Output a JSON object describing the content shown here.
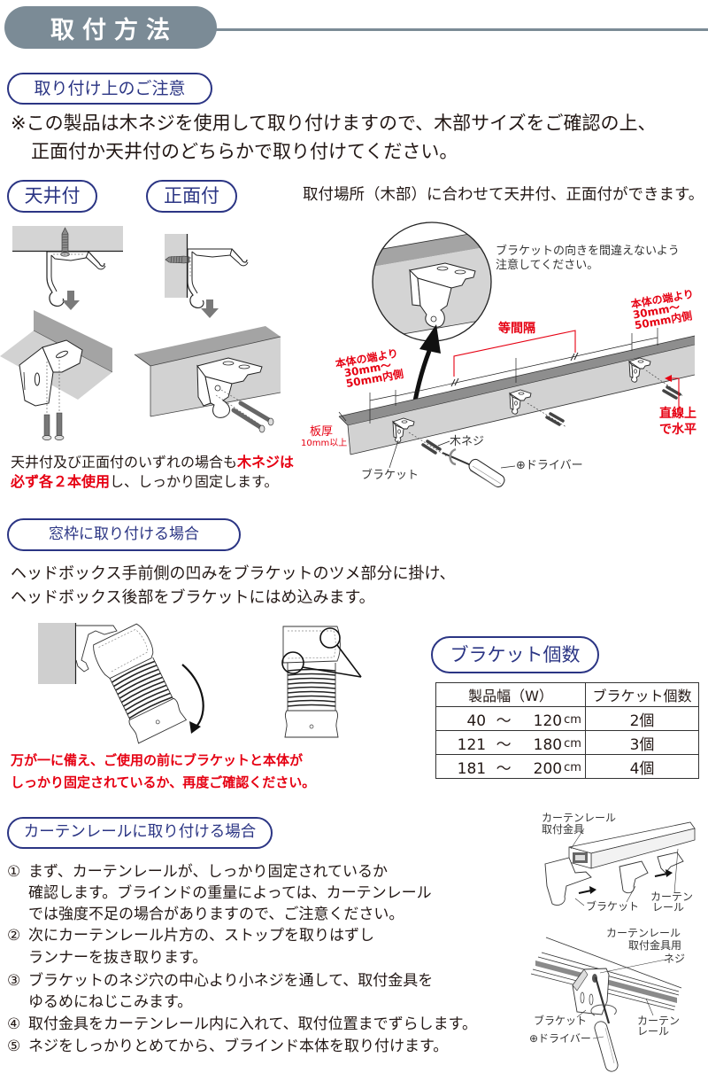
{
  "header": {
    "title": "取付方法"
  },
  "caution": {
    "title": "取り付け上のご注意",
    "line1": "※この製品は木ネジを使用して取り付けますので、木部サイズをご確認の上、",
    "line2": "正面付か天井付のどちらかで取り付けてください。"
  },
  "mount": {
    "ceiling_label": "天井付",
    "front_label": "正面付",
    "description": "取付場所（木部）に合わせて天井付、正面付ができます。",
    "note": {
      "line1_normal": "天井付及び正面付のいずれの場合も",
      "line1_red": "木ネジは",
      "line2_red": "必ず各２本使用",
      "line2_normal": "し、しっかり固定します。"
    }
  },
  "install_diagram": {
    "orientation_note_1": "ブラケットの向きを間違えないよう",
    "orientation_note_2": "注意してください。",
    "equal_spacing": "等間隔",
    "end_offset_left": {
      "l1": "本体の端より",
      "l2": "30mm～",
      "l3": "50mm内側"
    },
    "end_offset_right": {
      "l1": "本体の端より",
      "l2": "30mm～",
      "l3": "50mm内側"
    },
    "thickness_1": "板厚",
    "thickness_2": "10mm以上",
    "wood_screw": "木ネジ",
    "driver": "⊕ドライバー",
    "bracket": "ブラケット",
    "level_1": "直線上",
    "level_2": "で水平"
  },
  "window_frame": {
    "title": "窓枠に取り付ける場合",
    "line1": "ヘッドボックス手前側の凹みをブラケットのツメ部分に掛け、",
    "line2": "ヘッドボックス後部をブラケットにはめ込みます。",
    "warning1": "万が一に備え、ご使用の前にブラケットと本体が",
    "warning2": "しっかり固定されているか、再度ご確認ください。"
  },
  "bracket_count": {
    "title": "ブラケット個数",
    "headers": [
      "製品幅（W）",
      "ブラケット個数"
    ],
    "rows": [
      {
        "from": "40",
        "tilde": "～",
        "to": "120",
        "unit": "cm",
        "count": "2個"
      },
      {
        "from": "121",
        "tilde": "～",
        "to": "180",
        "unit": "cm",
        "count": "3個"
      },
      {
        "from": "181",
        "tilde": "～",
        "to": "200",
        "unit": "cm",
        "count": "4個"
      }
    ]
  },
  "curtain_rail": {
    "title": "カーテンレールに取り付ける場合",
    "steps": [
      {
        "num": "①",
        "lines": [
          "まず、カーテンレールが、しっかり固定されているか",
          "確認します。ブラインドの重量によっては、カーテンレール",
          "では強度不足の場合がありますので、ご注意ください。"
        ]
      },
      {
        "num": "②",
        "lines": [
          "次にカーテンレール片方の、ストップを取りはずし",
          "ランナーを抜き取ります。"
        ]
      },
      {
        "num": "③",
        "lines": [
          "ブラケットのネジ穴の中心より小ネジを通して、取付金具を",
          "ゆるめにねじこみます。"
        ]
      },
      {
        "num": "④",
        "lines": [
          "取付金具をカーテンレール内に入れて、取付位置までずらします。"
        ]
      },
      {
        "num": "⑤",
        "lines": [
          "ネジをしっかりとめてから、ブラインド本体を取り付けます。"
        ]
      }
    ],
    "diagram1": {
      "fitting_1": "カーテンレール",
      "fitting_2": "取付金具",
      "bracket": "ブラケット",
      "rail_1": "カーテン",
      "rail_2": "レール"
    },
    "diagram2": {
      "screw_1": "カーテンレール",
      "screw_2": "取付金具用",
      "screw_3": "ネジ",
      "bracket": "ブラケット",
      "driver": "⊕ドライバー",
      "rail_1": "カーテン",
      "rail_2": "レール"
    }
  },
  "colors": {
    "header_gray": "#7b8b96",
    "navy": "#2b3584",
    "red": "#e60012",
    "text": "#231815"
  }
}
